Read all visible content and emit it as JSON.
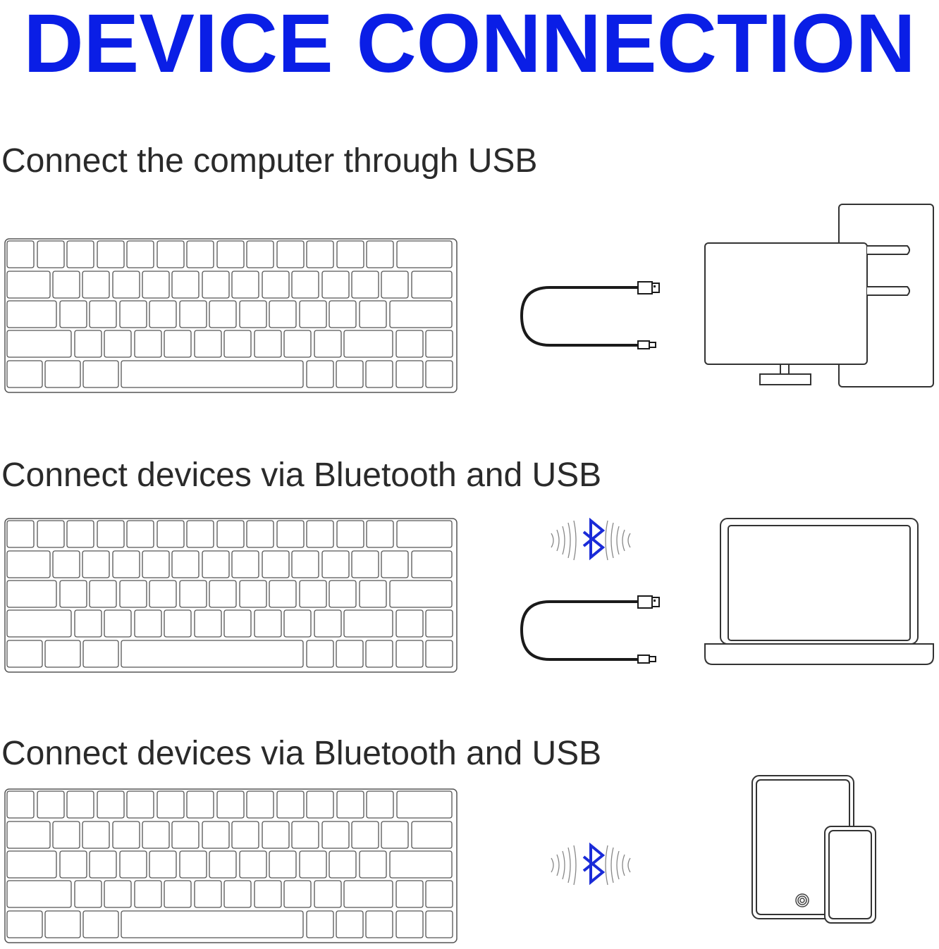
{
  "title": "DEVICE CONNECTION",
  "sections": [
    {
      "heading": "Connect the computer through USB"
    },
    {
      "heading": "Connect devices via Bluetooth and USB"
    },
    {
      "heading": "Connect devices via Bluetooth and USB"
    }
  ],
  "colors": {
    "title": "#0a1ee6",
    "bluetooth": "#1a2bd8",
    "line": "#333333"
  },
  "icons": [
    "keyboard-icon",
    "usb-cable-icon",
    "desktop-computer-icon",
    "bluetooth-icon",
    "laptop-icon",
    "tablet-phone-icon"
  ]
}
